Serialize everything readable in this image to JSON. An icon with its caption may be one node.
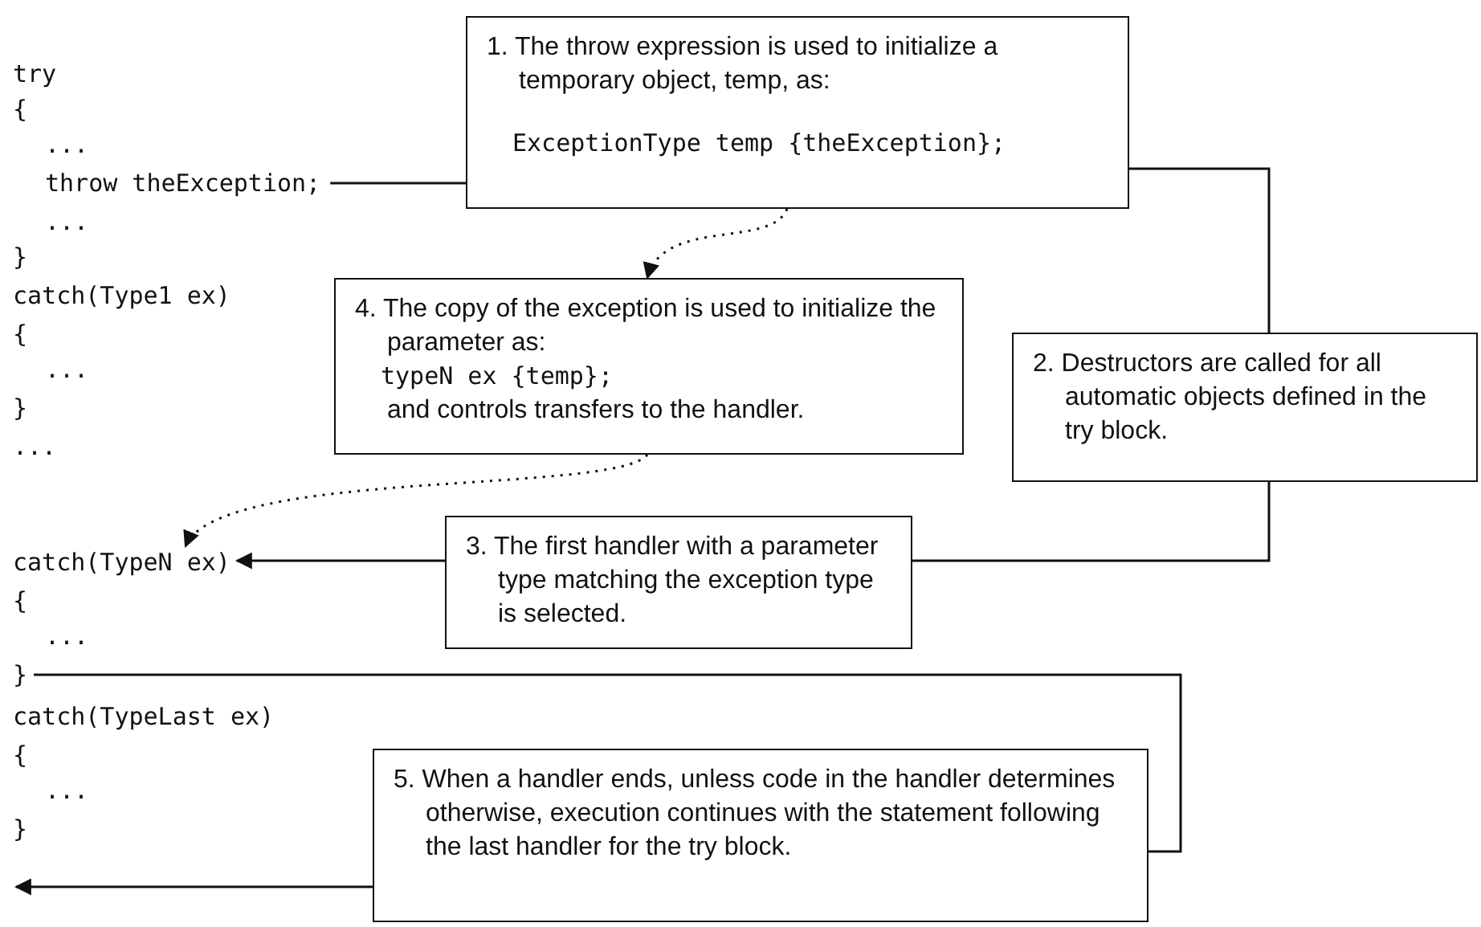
{
  "diagram": {
    "nodes": [
      {
        "text": [
          "throw theException;"
        ]
      },
      {
        "text": [
          "1. The throw expression is used to initialize a temporary object, temp, as:",
          "ExceptionType temp {theException};"
        ]
      },
      {
        "text": [
          "2. Destructors are called for all automatic objects defined in the try block."
        ]
      },
      {
        "text": [
          "3. The first handler with a parameter type matching the exception type is selected."
        ]
      },
      {
        "text": [
          "4. The copy of the exception is used to initialize the parameter as:",
          "typeN ex {temp};",
          "and controls transfers to the handler."
        ]
      },
      {
        "text": [
          "catch(TypeN ex)"
        ]
      },
      {
        "text": [
          "}"
        ]
      },
      {
        "text": [
          "5. When a handler ends, unless code in the handler determines otherwise, execution continues with the statement following the last handler for the try block."
        ]
      }
    ],
    "edges": [
      {
        "from": 0,
        "to": 1,
        "arrow": "none"
      },
      {
        "from": 1,
        "to": 2,
        "arrow": "none"
      },
      {
        "from": 2,
        "to": 3,
        "arrow": "none"
      },
      {
        "from": 3,
        "to": 5,
        "arrow": "to"
      },
      {
        "from": 1,
        "to": 4,
        "arrow": "to",
        "style": "dashed"
      },
      {
        "from": 4,
        "to": 5,
        "arrow": "to",
        "style": "dashed"
      },
      {
        "from": 6,
        "to": 7,
        "arrow": "none"
      },
      {
        "from": 7,
        "to": null,
        "arrow": "to"
      }
    ],
    "labels": [
      "try",
      "{",
      "...",
      "...",
      "}",
      "catch(Type1 ex)",
      "{",
      "...",
      "}",
      "...",
      "{",
      "...",
      "catch(TypeLast ex)",
      "{",
      "...",
      "}"
    ]
  }
}
